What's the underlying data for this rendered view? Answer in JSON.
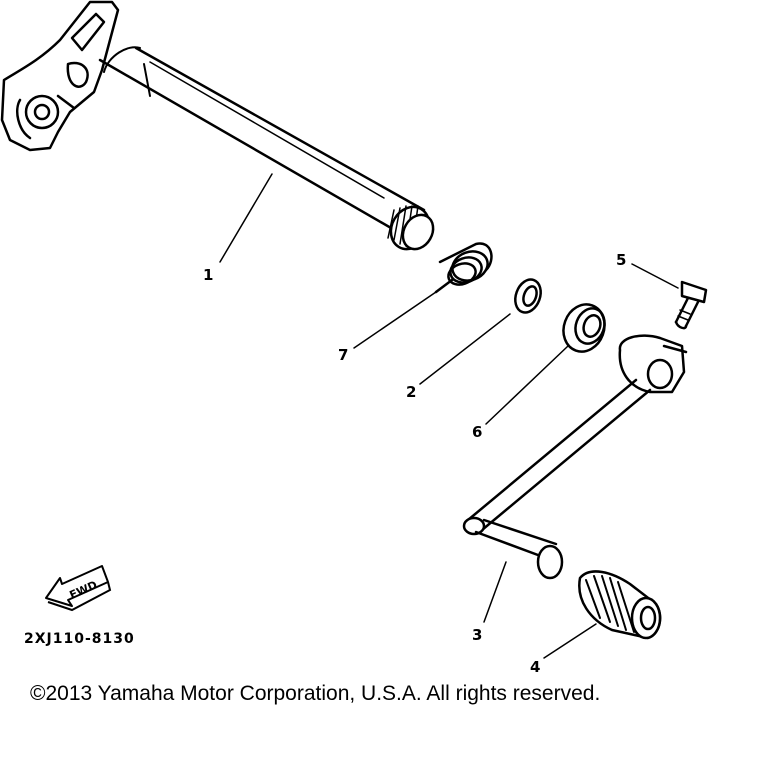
{
  "diagram": {
    "callouts": [
      "1",
      "2",
      "3",
      "4",
      "5",
      "6",
      "7"
    ],
    "fwd_label": "FWD",
    "drawing_code": "2XJ110-8130"
  },
  "footer": {
    "copyright": "©2013 Yamaha Motor Corporation, U.S.A. All rights reserved."
  }
}
